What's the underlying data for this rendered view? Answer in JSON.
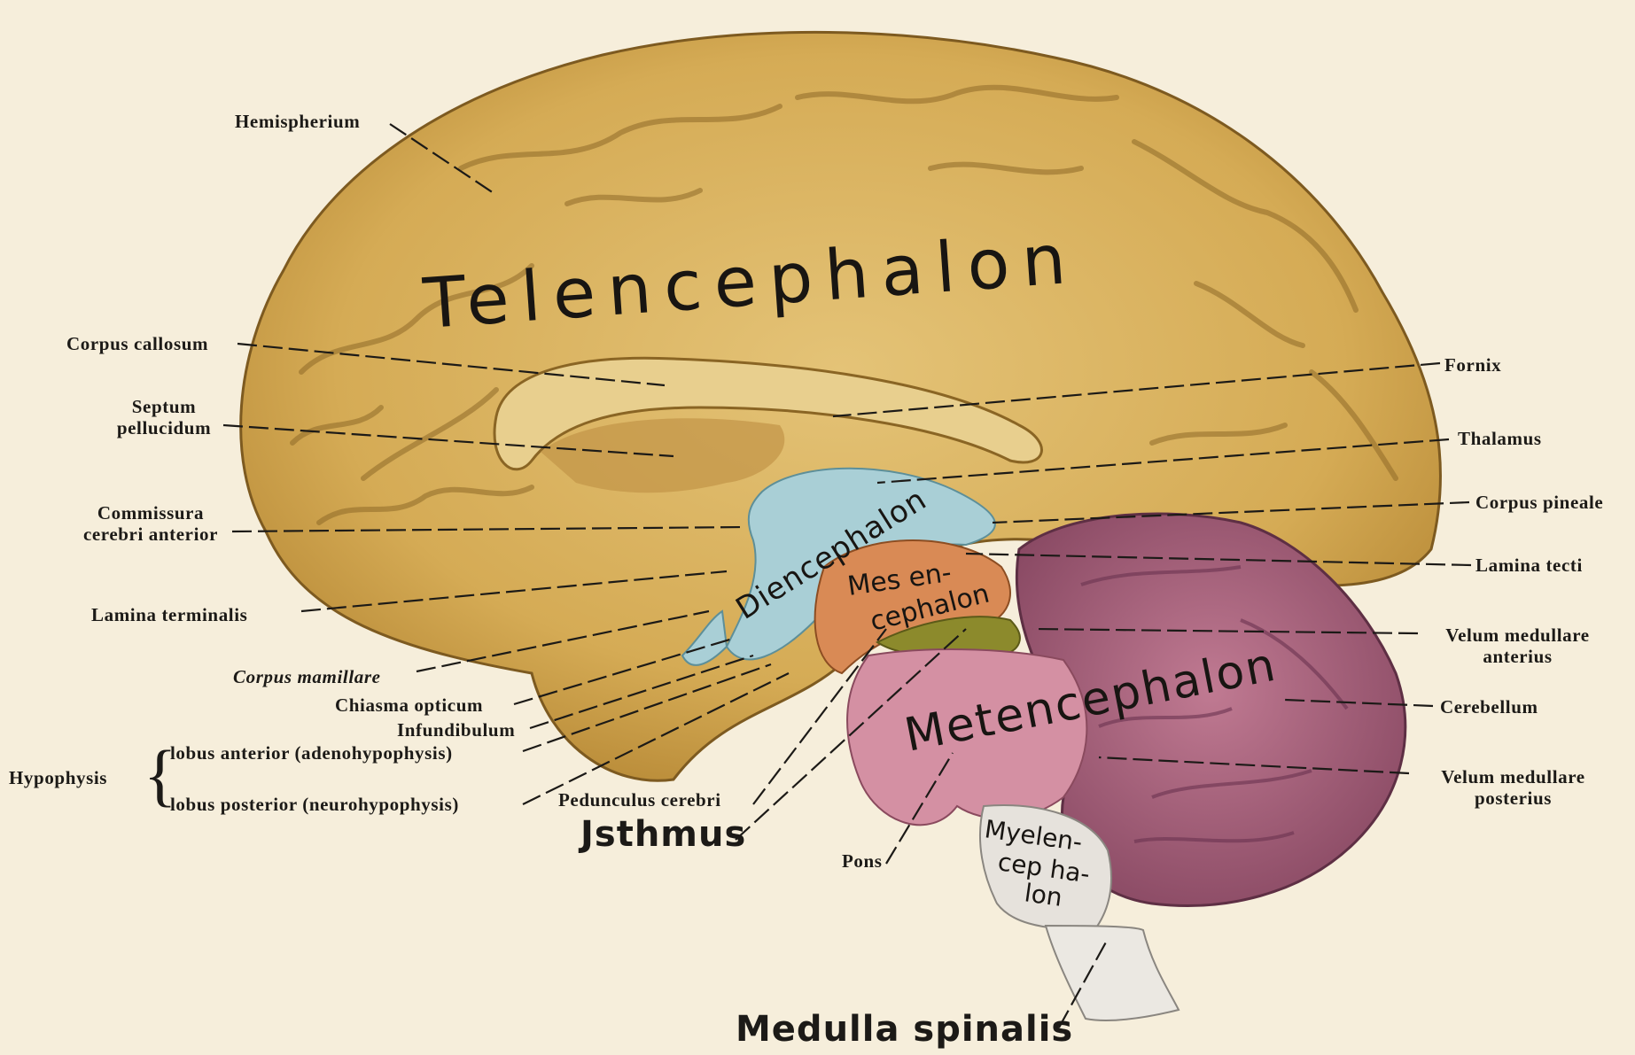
{
  "regions": {
    "telencephalon": "Telencephalon",
    "diencephalon": "Diencephalon",
    "mesencephalon_1": "Mes en-",
    "mesencephalon_2": "cephalon",
    "metencephalon": "Metencephalon",
    "myelencephalon_1": "Myelen-",
    "myelencephalon_2": "cep ha-",
    "myelencephalon_3": "lon"
  },
  "labels": {
    "hemispherium": "Hemispherium",
    "corpus_callosum": "Corpus callosum",
    "septum_1": "Septum",
    "septum_2": "pellucidum",
    "commissura_1": "Commissura",
    "commissura_2": "cerebri anterior",
    "lamina_terminalis": "Lamina terminalis",
    "corpus_mamillare": "Corpus mamillare",
    "chiasma_opticum": "Chiasma opticum",
    "infundibulum": "Infundibulum",
    "hypophysis": "Hypophysis",
    "lobus_anterior": "lobus anterior (adenohypophysis)",
    "lobus_posterior": "lobus posterior (neurohypophysis)",
    "pedunculus_cerebri": "Pedunculus cerebri",
    "isthmus": "Jsthmus",
    "pons": "Pons",
    "medulla_spinalis": "Medulla spinalis",
    "fornix": "Fornix",
    "thalamus": "Thalamus",
    "corpus_pineale": "Corpus pineale",
    "lamina_tecti": "Lamina tecti",
    "velum_anterius_1": "Velum medullare",
    "velum_anterius_2": "anterius",
    "cerebellum": "Cerebellum",
    "velum_posterius_1": "Velum medullare",
    "velum_posterius_2": "posterius"
  },
  "colors": {
    "paper": "#f6eedb",
    "telencephalon": "#d9b25c",
    "gyrus_shadow": "#8f6a28",
    "diencephalon": "#a9cfd6",
    "mesencephalon": "#d98a55",
    "isthmus": "#8c8a2c",
    "metencephalon": "#c9869a",
    "cerebellum": "#a45f7a",
    "myelencephalon": "#e6e2dc",
    "text": "#1c1a17"
  }
}
